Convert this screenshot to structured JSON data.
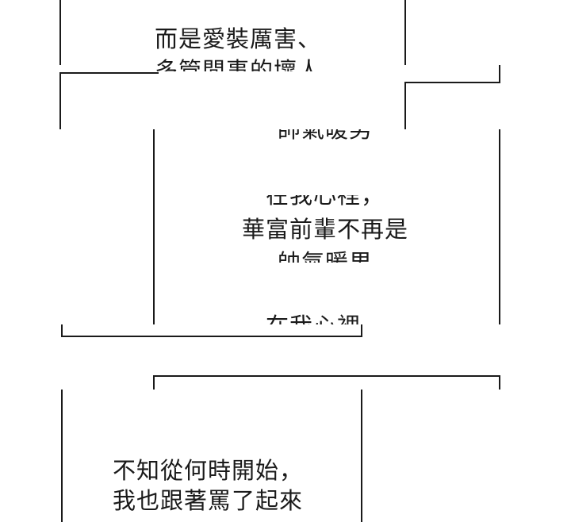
{
  "panel_1": {
    "line_1": "而是愛裝厲害、",
    "line_2": "多管閒事的壞人"
  },
  "panel_2": {
    "line_1": "帥氣暖男",
    "line_2": "在我心裡，",
    "line_3": "華富前輩不再是",
    "line_4": "帥氣暖男",
    "line_5": "在我心裡，"
  },
  "panel_3": {
    "line_1": "不知從何時開始，",
    "line_2": "我也跟著罵了起來"
  }
}
